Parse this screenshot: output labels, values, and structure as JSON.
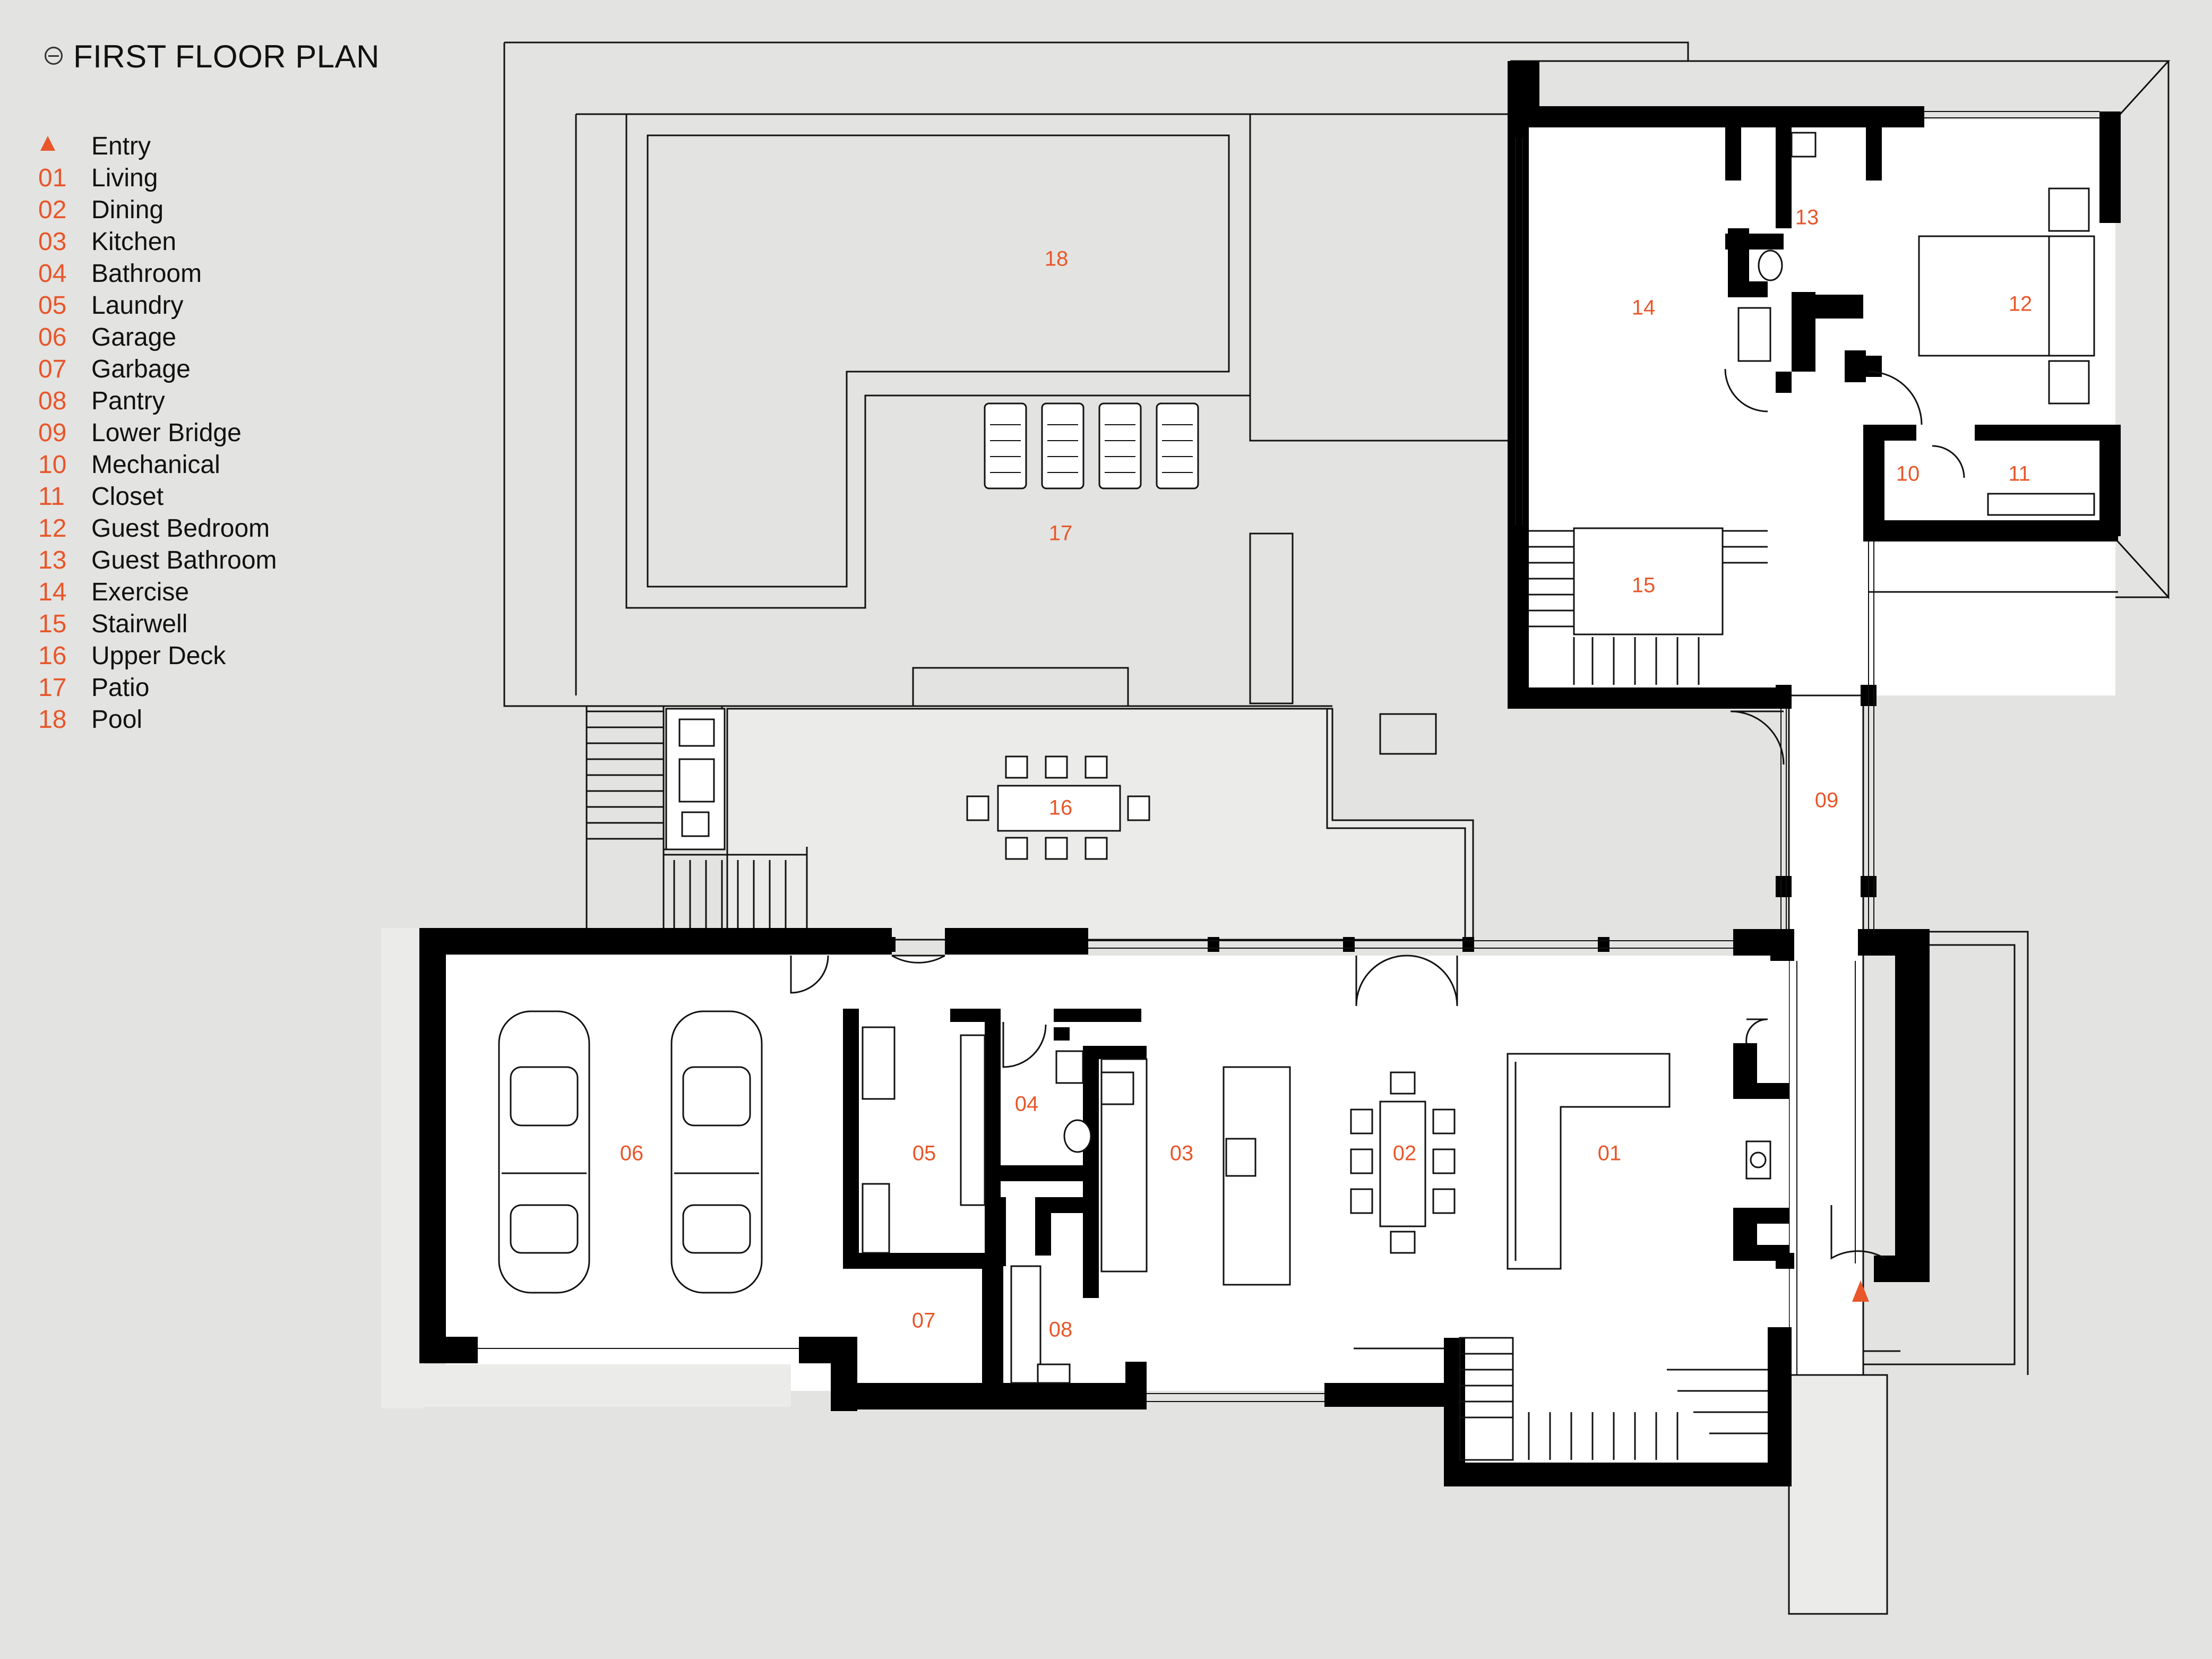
{
  "title": "FIRST FLOOR PLAN",
  "icons": {
    "north": "north-arrow-icon",
    "entry": "entry-arrow-icon"
  },
  "colors": {
    "accent": "#e8562a",
    "wall": "#000000",
    "floor": "#ffffff",
    "exterior": "#e3e3e1",
    "outdoor": "#ebebea"
  },
  "legend": [
    {
      "num": "",
      "label": "Entry",
      "icon": "entry-arrow-icon"
    },
    {
      "num": "01",
      "label": "Living"
    },
    {
      "num": "02",
      "label": "Dining"
    },
    {
      "num": "03",
      "label": "Kitchen"
    },
    {
      "num": "04",
      "label": "Bathroom"
    },
    {
      "num": "05",
      "label": "Laundry"
    },
    {
      "num": "06",
      "label": "Garage"
    },
    {
      "num": "07",
      "label": "Garbage"
    },
    {
      "num": "08",
      "label": "Pantry"
    },
    {
      "num": "09",
      "label": "Lower Bridge"
    },
    {
      "num": "10",
      "label": "Mechanical"
    },
    {
      "num": "11",
      "label": "Closet"
    },
    {
      "num": "12",
      "label": "Guest Bedroom"
    },
    {
      "num": "13",
      "label": "Guest Bathroom"
    },
    {
      "num": "14",
      "label": "Exercise"
    },
    {
      "num": "15",
      "label": "Stairwell"
    },
    {
      "num": "16",
      "label": "Upper Deck"
    },
    {
      "num": "17",
      "label": "Patio"
    },
    {
      "num": "18",
      "label": "Pool"
    }
  ],
  "rooms": {
    "r01": "01",
    "r02": "02",
    "r03": "03",
    "r04": "04",
    "r05": "05",
    "r06": "06",
    "r07": "07",
    "r08": "08",
    "r09": "09",
    "r10": "10",
    "r11": "11",
    "r12": "12",
    "r13": "13",
    "r14": "14",
    "r15": "15",
    "r16": "16",
    "r17": "17",
    "r18": "18"
  }
}
